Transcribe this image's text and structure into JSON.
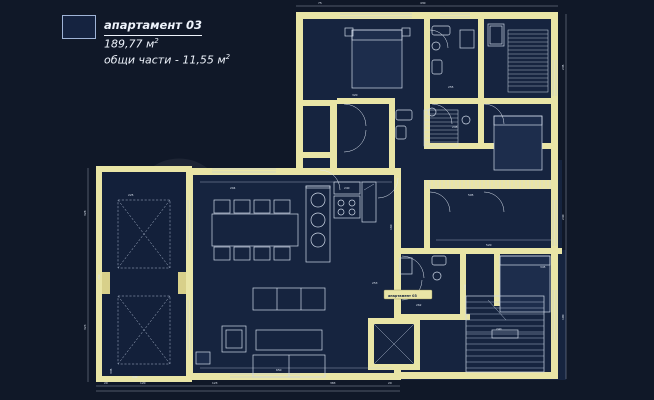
{
  "legend": {
    "swatch_icon": "filled-rectangle-swatch",
    "swatch_color": "#152340",
    "title": "апартамент 03",
    "area_line": "189,77 м",
    "area_sup": "2",
    "common_line": "общи части - 11,55 м",
    "common_sup": "2"
  },
  "plan": {
    "unit_label": "апартамент 03",
    "wall_color": "#e9e5a6",
    "room_fill": "#16243f",
    "background": "#101828",
    "watermark_text": "stoyanov",
    "bottom_dimensions": [
      "20",
      "120",
      "123",
      "650",
      "383",
      "20"
    ],
    "top_dimensions": [
      "75",
      "430"
    ],
    "left_dimensions": [
      "328",
      "460",
      "323",
      "345"
    ],
    "right_dimensions": [
      "245",
      "240",
      "190"
    ],
    "interior_dimensions": [
      "204",
      "240",
      "520",
      "245",
      "255",
      "160",
      "320",
      "340",
      "253",
      "262",
      "345",
      "240",
      "130",
      "225",
      "595"
    ]
  },
  "rooms": [
    {
      "name": "bedroom-top-left",
      "has_bed": true
    },
    {
      "name": "bedroom-right-middle",
      "has_bed": true
    },
    {
      "name": "bedroom-right-lower",
      "has_bed": true
    },
    {
      "name": "bathroom-top-center",
      "has_fixtures": true
    },
    {
      "name": "bathroom-top-right",
      "has_fixtures": true
    },
    {
      "name": "bathroom-middle",
      "has_fixtures": true
    },
    {
      "name": "living-room",
      "has_sofa": true
    },
    {
      "name": "dining-kitchen",
      "has_table": true
    },
    {
      "name": "terrace-left",
      "has_pergola": true
    },
    {
      "name": "staircase-main",
      "has_stairs": true
    },
    {
      "name": "staircase-secondary",
      "has_stairs": true
    },
    {
      "name": "elevator-shaft",
      "has_cross": true
    }
  ]
}
